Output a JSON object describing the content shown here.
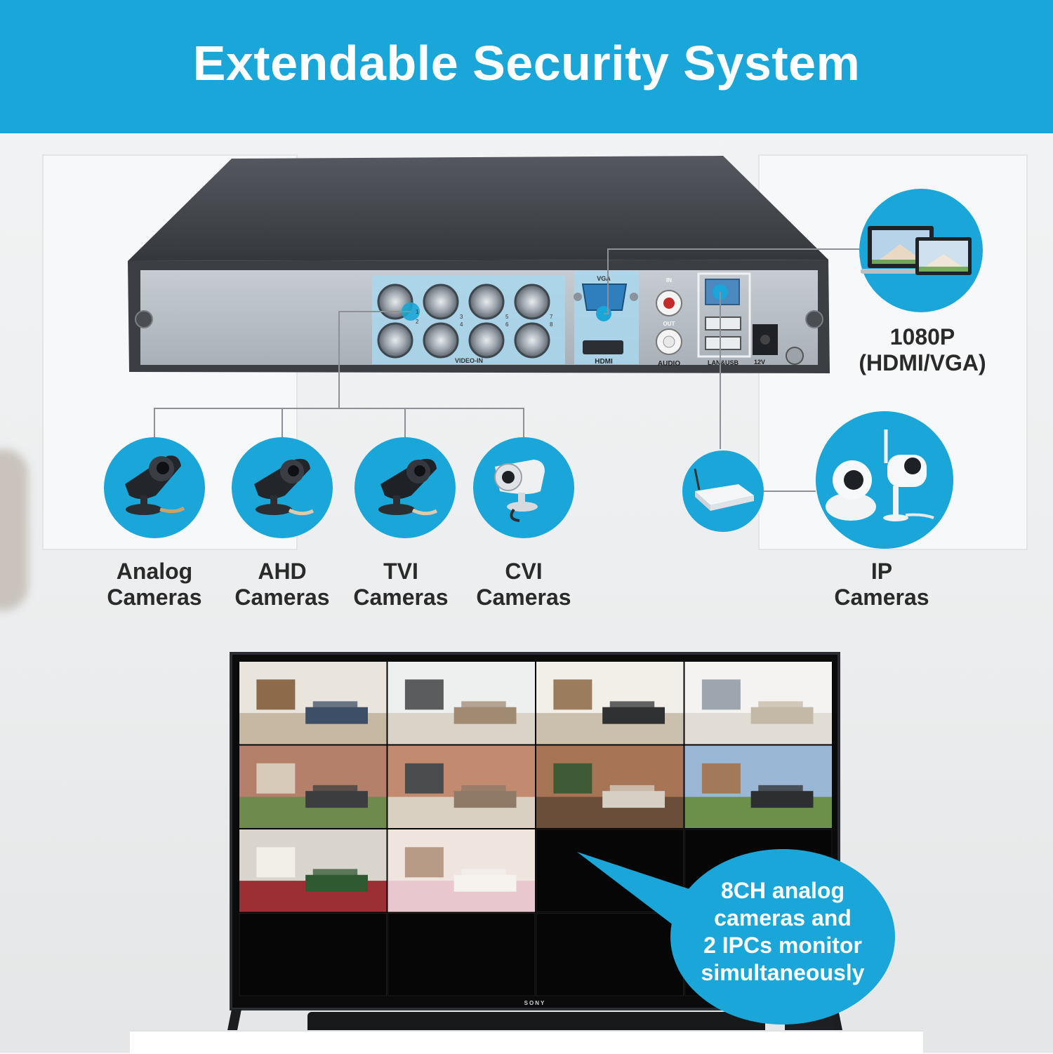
{
  "banner": {
    "title": "Extendable Security System"
  },
  "colors": {
    "accent": "#1aa6d8",
    "dvr_body": "#3c3f44",
    "panel": "#bcc2c8",
    "screen": "#0b0b0b"
  },
  "dvr": {
    "video_in_label": "VIDEO-IN",
    "vga_label": "VGA",
    "hdmi_label": "HDMI",
    "audio_in_label": "IN",
    "audio_out_label": "OUT",
    "audio_label": "AUDIO",
    "lan_usb_label": "LAN&USB",
    "power_label": "12V",
    "channel_numbers": [
      "1",
      "2",
      "3",
      "4",
      "5",
      "6",
      "7",
      "8"
    ]
  },
  "display_output": {
    "label_line1": "1080P",
    "label_line2": "(HDMI/VGA)",
    "icon": "laptop-monitor-icon"
  },
  "cameras": [
    {
      "line1": "Analog",
      "line2": "Cameras",
      "icon": "bullet-camera-icon"
    },
    {
      "line1": "AHD",
      "line2": "Cameras",
      "icon": "bullet-camera-icon"
    },
    {
      "line1": "TVI",
      "line2": "Cameras",
      "icon": "bullet-camera-icon"
    },
    {
      "line1": "CVI",
      "line2": "Cameras",
      "icon": "bullet-camera-icon"
    }
  ],
  "network": {
    "router_icon": "router-icon",
    "ip_line1": "IP",
    "ip_line2": "Cameras",
    "ip_icon": "ip-camera-icon"
  },
  "tv": {
    "brand": "SONY",
    "grid_columns": 4,
    "grid_rows": 4,
    "feeds": [
      {
        "scene": "living-room"
      },
      {
        "scene": "open-plan-living"
      },
      {
        "scene": "kitchen"
      },
      {
        "scene": "bedroom"
      },
      {
        "scene": "patio-brick"
      },
      {
        "scene": "patio-sofa"
      },
      {
        "scene": "deck"
      },
      {
        "scene": "garden-dining"
      },
      {
        "scene": "child-christmas"
      },
      {
        "scene": "nursery"
      }
    ]
  },
  "callout": {
    "lines": [
      "8CH analog",
      "cameras and",
      "2 IPCs monitor",
      "simultaneously"
    ]
  }
}
